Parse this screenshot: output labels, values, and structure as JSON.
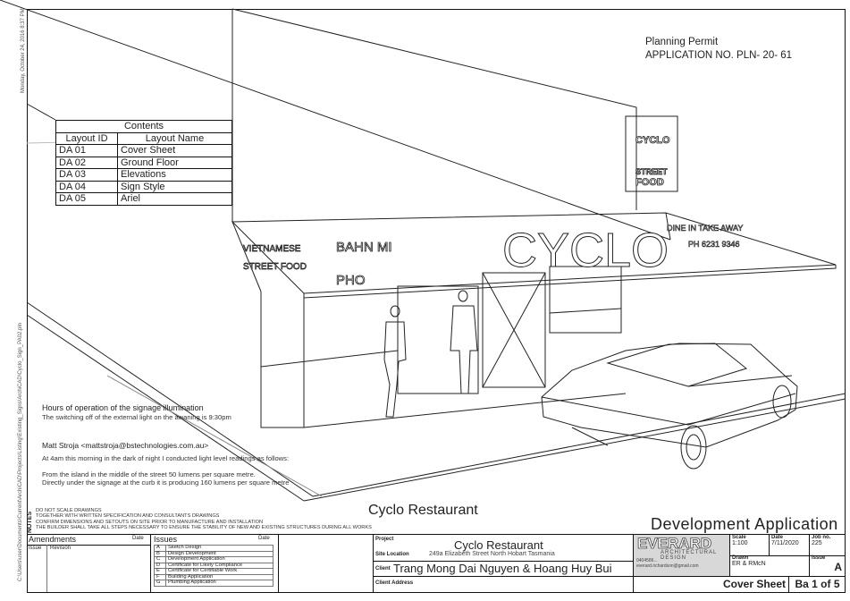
{
  "side_text_top": "Monday, October 24, 2016 8:37 PM",
  "side_text_path": "C:\\Users\\user\\Documents\\Current\\ArchiCAD\\Projects\\Listing\\Existing_Signs\\ArchiCAD\\Cyclo_Sign_PA02.pln",
  "contents": {
    "title": "Contents",
    "col_id": "Layout ID",
    "col_name": "Layout Name",
    "rows": [
      {
        "id": "DA  01",
        "name": "Cover Sheet"
      },
      {
        "id": "DA  02",
        "name": "Ground Floor"
      },
      {
        "id": "DA  03",
        "name": "Elevations"
      },
      {
        "id": "DA  04",
        "name": "Sign Style"
      },
      {
        "id": "DA  05",
        "name": "Ariel"
      }
    ]
  },
  "permit": {
    "line1": "Planning Permit",
    "line2": "APPLICATION  NO.  PLN- 20- 61"
  },
  "signage": {
    "tower_line1": "CYCLO",
    "tower_line2": "STREET",
    "tower_line3": "FOOD",
    "awning_left1": "VIETNAMESE",
    "awning_left2": "STREET FOOD",
    "bahn_mi": "BAHN MI",
    "pho": "PHO",
    "cyclo": "CYCLO",
    "dine": "DINE IN  TAKE AWAY",
    "phone": "PH 6231 9346"
  },
  "notes": {
    "hours_title": "Hours of operation of the signage illumination",
    "hours_text": "The switching off of the external light on the awaning is 9:30pm",
    "email": "Matt Stroja <mattstroja@bstechnologies.com.au>",
    "reading": "At 4am this morning in the dark of night I conducted light level readings as follows:",
    "island": "From the island in the middle of the street 50 lumens per square metre.",
    "curb": "Directly under the signage at the curb it is producing 160 lumens per square metre"
  },
  "drawing_title": "Cyclo Restaurant",
  "dev_app": "Development  Application",
  "general_notes": {
    "label": "NOTES",
    "lines": [
      "DO NOT SCALE DRAWINGS",
      "TOGETHER WITH WRITTEN SPECIFICATION AND CONSULTANTS DRAWINGS",
      "CONFIRM DIMENSIONS AND SETOUTS ON SITE PRIOR TO MANUFACTURE AND INSTALLATION",
      "THE BUILDER SHALL TAKE ALL STEPS NECESSARY TO ENSURE THE STABILITY OF NEW AND EXISTING STRUCTURES DURING ALL WORKS"
    ]
  },
  "amendments": {
    "title": "Amendments",
    "date": "Date",
    "col_issue": "Issue",
    "col_revision": "Revision"
  },
  "issues": {
    "title": "Issues",
    "date": "Date",
    "rows": [
      {
        "code": "A",
        "text": "Sketch Design"
      },
      {
        "code": "B",
        "text": "Design Development"
      },
      {
        "code": "C",
        "text": "Development Application"
      },
      {
        "code": "D",
        "text": "Certificate for Likely Compliance"
      },
      {
        "code": "E",
        "text": "Certificate for Certifiable Work"
      },
      {
        "code": "F",
        "text": "Building Application"
      },
      {
        "code": "G",
        "text": "Plumbing Application"
      }
    ]
  },
  "title_block": {
    "project_label": "Project",
    "project": "Cyclo Restaurant",
    "site_label": "Site Location",
    "site": "249a Elizabeth Street North Hobart Tasmania",
    "client_label": "Client",
    "client": "Trang Mong Dai Nguyen & Hoang Huy Bui",
    "client_addr_label": "Client Address",
    "logo": "EVERARD",
    "logo_sub": "ARCHITECTURAL DESIGN",
    "logo_phone": "0404586...",
    "logo_email": "everard.richardson@gmail.com",
    "scale_label": "Scale",
    "scale": "1:100",
    "date_label": "Date",
    "date": "7/11/2020",
    "job_label": "Job no.",
    "job": "225",
    "drawn_label": "Drawn",
    "drawn": "ER & RMcN",
    "issue_label": "Issue",
    "issue": "A",
    "sheet_name": "Cover Sheet",
    "sheet_no": "Ba 1 of 5"
  },
  "colors": {
    "line": "#111111",
    "paper": "#ffffff"
  }
}
